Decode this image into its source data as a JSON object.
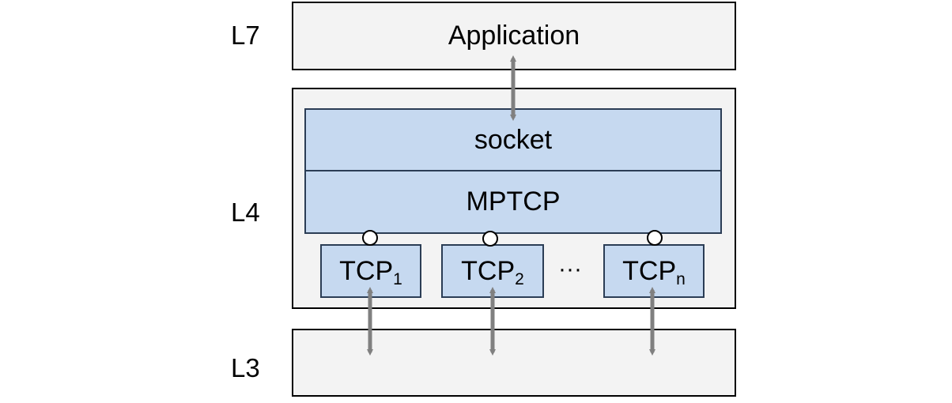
{
  "layers": {
    "l7": "L7",
    "l4": "L4",
    "l3": "L3"
  },
  "boxes": {
    "application": "Application",
    "socket": "socket",
    "mptcp": "MPTCP"
  },
  "subflows": [
    {
      "base": "TCP",
      "sub": "1"
    },
    {
      "base": "TCP",
      "sub": "2"
    },
    {
      "base": "TCP",
      "sub": "n"
    }
  ],
  "ellipsis": "···",
  "colors": {
    "layer_fill": "#f3f3f3",
    "block_fill": "#c6d9f0",
    "block_border": "#2b3d55",
    "arrow": "#808080"
  }
}
